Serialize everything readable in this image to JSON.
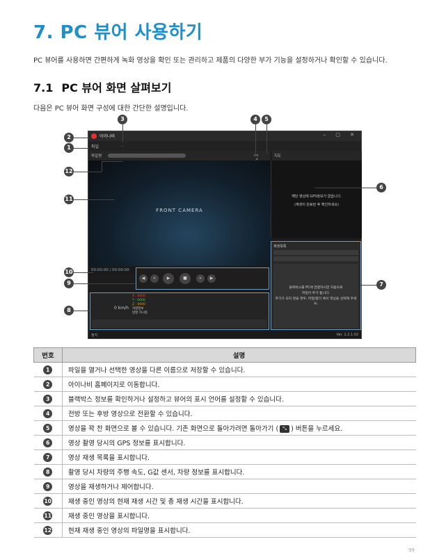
{
  "section": {
    "title": "7.  PC 뷰어 사용하기",
    "intro": "PC 뷰어를 사용하면 간편하게 녹화 영상을 확인 또는 관리하고 제품의 다양한 부가 기능을 설정하거나 확인할 수 있습니다.",
    "sub_number": "7.1",
    "sub_title": "PC 뷰어 화면 살펴보기",
    "sub_intro": "다음은 PC 뷰어 화면 구성에 대한 간단한 설명입니다."
  },
  "viewer": {
    "app_title": "아이나비",
    "menu_file": "파일",
    "menu_more": "...",
    "file_label": "파일명",
    "gps_label": "지도",
    "camera_label": "FRONT CAMERA",
    "gps_msg1": "해당 영상에 GPS정보가 없습니다.",
    "gps_msg2": "(재생이 완료된 후 확인하세요)",
    "playlist_label": "재생목록",
    "playlist_msg1": "블랙박스를 PC에 연결하시면 자동으로",
    "playlist_msg2": "파일이 추가 됩니다.",
    "playlist_msg3": "추가가 되지 않을 경우, 파일/열기 에서 영상을 선택해 주세요.",
    "time": "00:00:00 / 00:00:00",
    "speed": "0 km/h",
    "g_x": "X : 0000",
    "g_y": "Y : 0000",
    "g_z": "Z : 0000",
    "car_info1": "차량정보",
    "car_info2": "방향 지시등",
    "status_left": "정지",
    "version": "Ver. 1.2.1.02"
  },
  "callouts": [
    "1",
    "2",
    "3",
    "4",
    "5",
    "6",
    "7",
    "8",
    "9",
    "10",
    "11",
    "12"
  ],
  "table": {
    "header_num": "번호",
    "header_desc": "설명",
    "rows": [
      {
        "num": "1",
        "desc": "파일을 열거나 선택한 영상을 다른 이름으로 저장할 수 있습니다."
      },
      {
        "num": "2",
        "desc": "아이나비 홈페이지로 이동합니다."
      },
      {
        "num": "3",
        "desc": "블랙박스 정보를 확인하거나 설정하고 뷰어의 표시 언어를 설정할 수 있습니다."
      },
      {
        "num": "4",
        "desc": "전방 또는 후방 영상으로 전환할 수 있습니다."
      },
      {
        "num": "5",
        "desc_a": "영상을 꽉 찬 화면으로 볼 수 있습니다. 기존 화면으로 돌아가려면 돌아가기 (",
        "desc_b": ") 버튼을 누르세요."
      },
      {
        "num": "6",
        "desc": "영상 촬영 당시의 GPS 정보를 표시합니다."
      },
      {
        "num": "7",
        "desc": "영상 재생 목록을 표시합니다."
      },
      {
        "num": "8",
        "desc": "촬영 당시 차량의 주행 속도, G값 센서, 차량 정보를 표시합니다."
      },
      {
        "num": "9",
        "desc": "영상을 재생하거나 제어합니다."
      },
      {
        "num": "10",
        "desc": "재생 중인 영상의 현재 재생 시간 및 총 재생 시간을 표시합니다."
      },
      {
        "num": "11",
        "desc": "재생 중인 영상을 표시합니다."
      },
      {
        "num": "12",
        "desc": "현재 재생 중인 영상의 파일명을 표시합니다."
      }
    ]
  },
  "page_number": "99"
}
